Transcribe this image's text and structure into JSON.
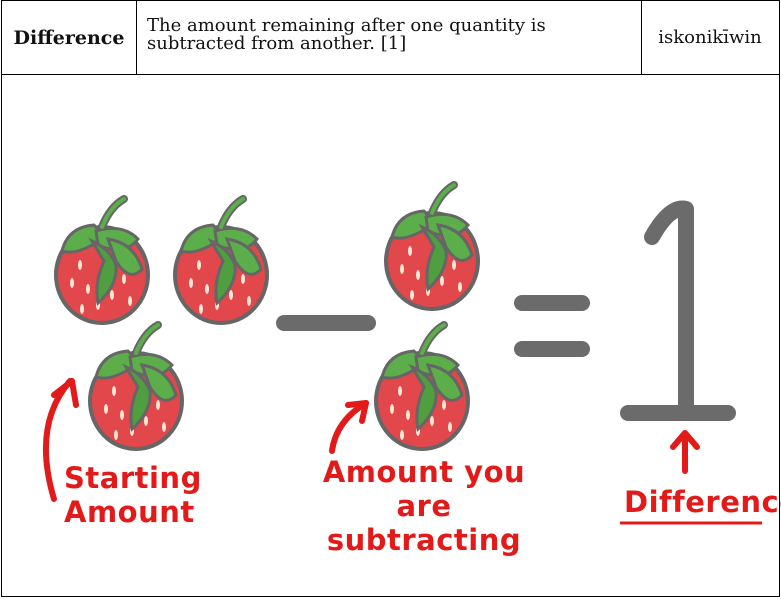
{
  "term": "Difference",
  "definition": "The amount remaining after one quantity is subtracted from another. [1]",
  "translation": "iskonikīwin",
  "illustration": {
    "number": "1",
    "labels": {
      "starting_line1": "Starting",
      "starting_line2": "Amount",
      "subtract_line1": "Amount you are",
      "subtract_line2": "subtracting",
      "result": "Difference"
    },
    "colors": {
      "strawberry": "#e2474b",
      "leaf": "#5cae4a",
      "outline": "#666666",
      "symbol": "#6b6b6b",
      "label": "#e21a1a"
    }
  }
}
